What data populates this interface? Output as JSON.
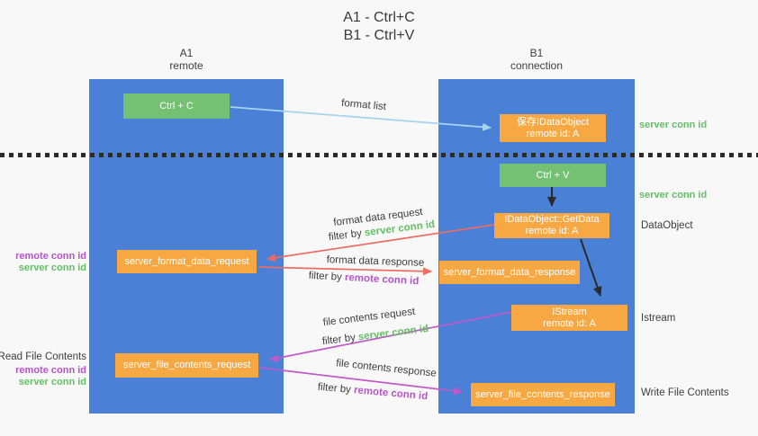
{
  "title": {
    "line1": "A1 - Ctrl+C",
    "line2": "B1 - Ctrl+V"
  },
  "lanes": {
    "a1": {
      "id": "A1",
      "subtitle": "remote"
    },
    "b1": {
      "id": "B1",
      "subtitle": "connection"
    }
  },
  "nodes": {
    "ctrl_c": {
      "label": "Ctrl + C"
    },
    "save_dataobject": {
      "line1": "保存IDataObject",
      "line2": "remote id: A"
    },
    "ctrl_v": {
      "label": "Ctrl + V"
    },
    "getdata": {
      "line1": "IDataObject::GetData",
      "line2": "remote id: A"
    },
    "istream": {
      "line1": "IStream",
      "line2": "remote id: A"
    },
    "server_format_data_request": {
      "label": "server_format_data_request"
    },
    "server_format_data_response": {
      "label": "server_format_data_response"
    },
    "server_file_contents_request": {
      "label": "server_file_contents_request"
    },
    "server_file_contents_response": {
      "label": "server_file_contents_response"
    }
  },
  "edge_labels": {
    "format_list": "format list",
    "format_data_request": "format data request",
    "format_data_response": "format data response",
    "file_contents_request": "file contents request",
    "file_contents_response": "file contents response",
    "filter_by": "filter by",
    "server_conn_id": "server conn id",
    "remote_conn_id": "remote conn id"
  },
  "side_labels": {
    "server_conn_id_top": "server conn id",
    "server_conn_id_mid": "server conn id",
    "dataobject": "DataObject",
    "istream": "Istream",
    "write_file_contents": "Write File Contents",
    "read_file_contents": "Read File Contents",
    "remote_conn_id": "remote conn id",
    "server_conn_id": "server conn id"
  },
  "colors": {
    "lane_blue": "#4a80d6",
    "node_green": "#74c174",
    "node_orange": "#f8a843",
    "arrow_light_blue": "#a8d4f0",
    "arrow_red": "#ee6b62",
    "arrow_purple": "#c05ac8",
    "arrow_black": "#2b2b2b",
    "text_green": "#63bf63",
    "text_purple": "#b455c8",
    "text_dark": "#3d3d3d",
    "background": "#f8f8f8"
  }
}
